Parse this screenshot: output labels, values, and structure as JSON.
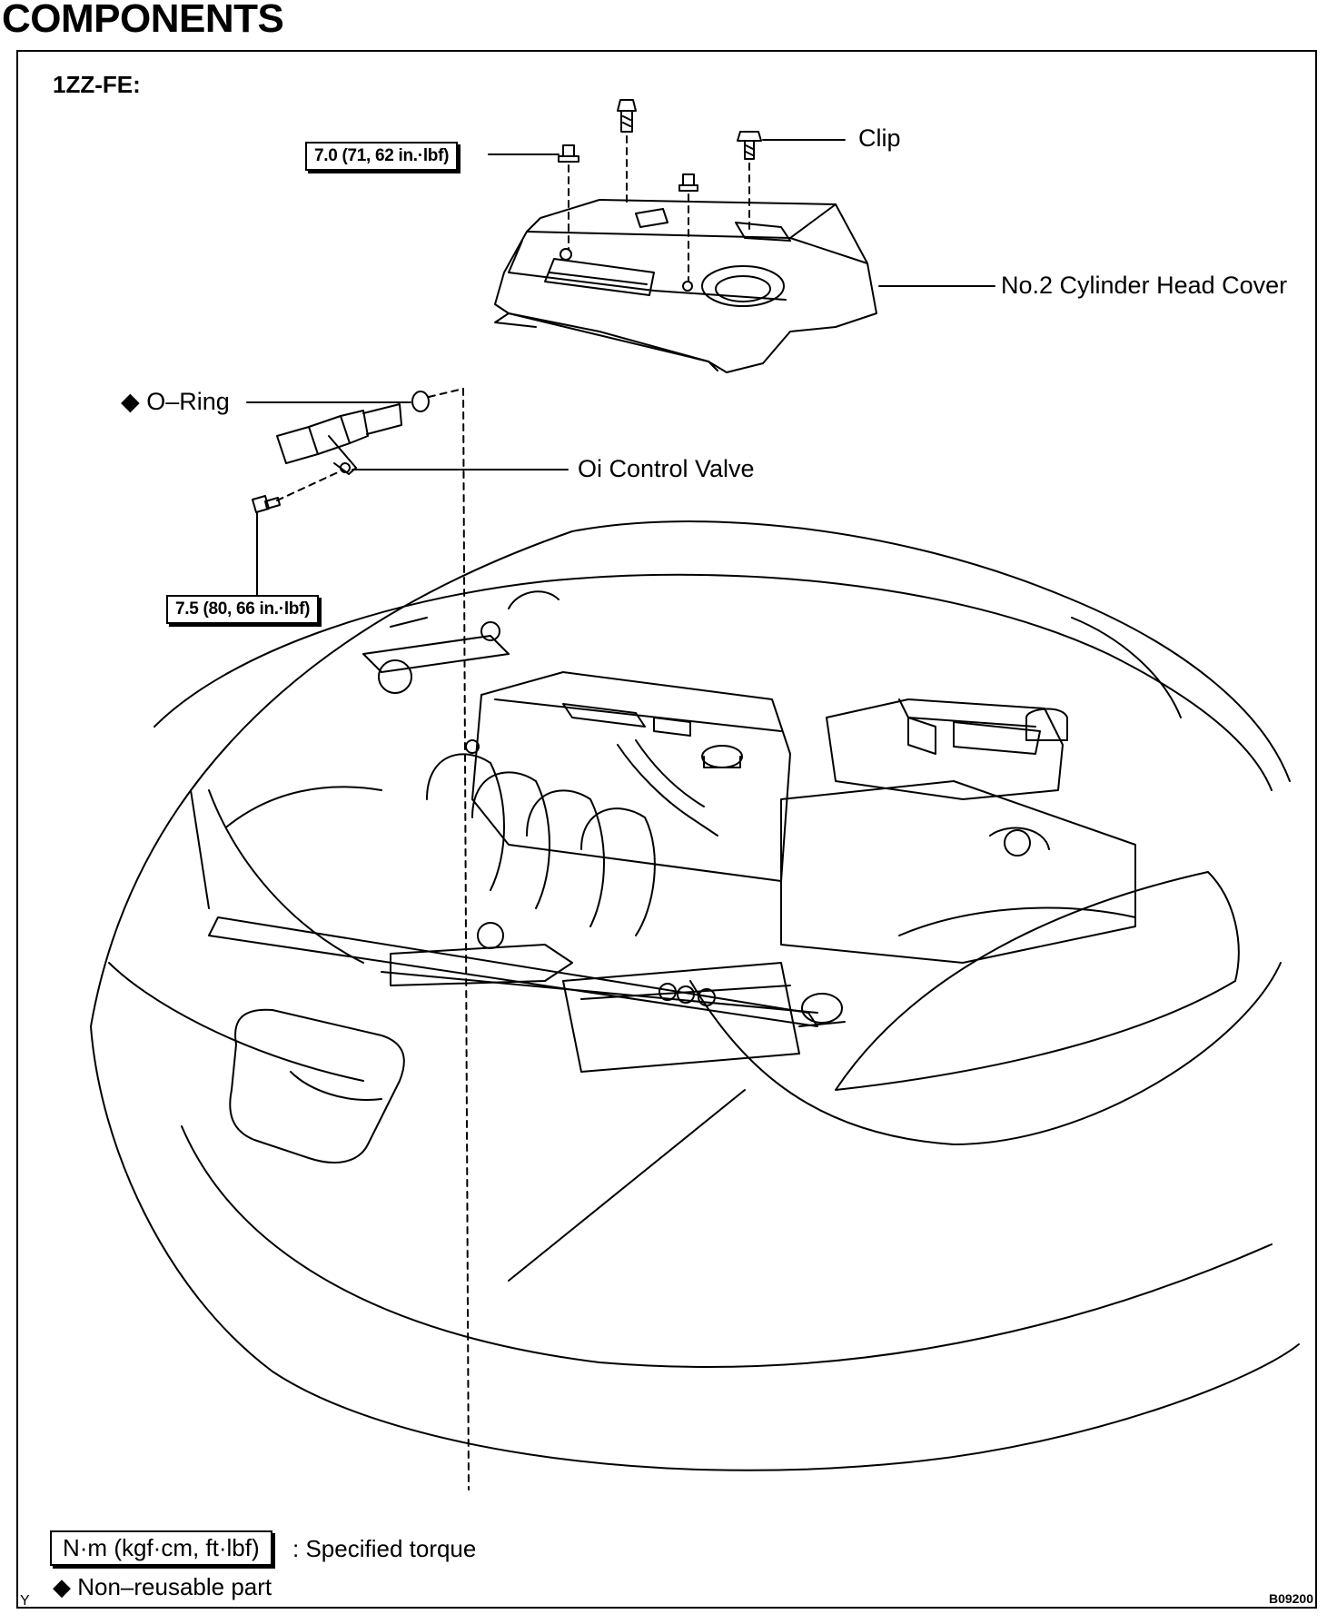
{
  "title": "COMPONENTS",
  "engine": "1ZZ-FE:",
  "labels": {
    "clip": "Clip",
    "cover": "No.2 Cylinder Head Cover",
    "oring": "◆ O–Ring",
    "valve": "Oi  Control Valve"
  },
  "torques": {
    "cover_nut": "7.0 (71, 62 in.·lbf)",
    "valve_bolt": "7.5 (80, 66 in.·lbf)"
  },
  "legend": {
    "torque_unit": "N·m (kgf·cm, ft·lbf)",
    "torque_desc": ": Specified torque",
    "nonreusable": "◆ Non–reusable part"
  },
  "corner_mark": "Y",
  "figure_code": "B09200"
}
